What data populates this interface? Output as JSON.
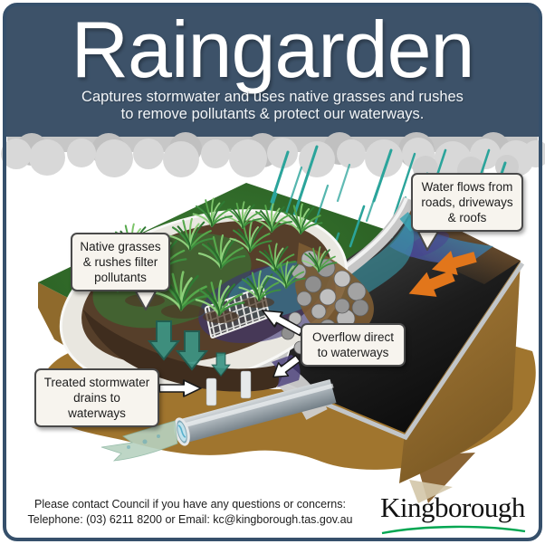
{
  "header": {
    "title": "Raingarden",
    "subtitle_line1": "Captures stormwater and uses native grasses and rushes",
    "subtitle_line2": "to remove pollutants & protect our waterways."
  },
  "callouts": {
    "water_flows": "Water flows from roads, driveways & roofs",
    "native_grasses": "Native grasses & rushes filter pollutants",
    "overflow": "Overflow direct to waterways",
    "treated": "Treated stormwater drains to waterways"
  },
  "footer": {
    "line1": "Please contact Council if you have any questions or concerns:",
    "line2": "Telephone: (03) 6211 8200 or Email: kc@kingborough.tas.gov.au",
    "logo_text": "Kingborough"
  },
  "icons": {
    "rain": "rain-streaks",
    "clouds": "cloud-band",
    "runoff_arrows": "orange-runoff-arrows",
    "filter_arrows": "teal-filter-arrows",
    "annotation_arrows": "white-annotation-arrows",
    "logo_swoosh": "green-arc"
  },
  "colors": {
    "header_bg": "#3d5269",
    "frame": "#36506b",
    "rain": "#2ba49b",
    "runoff_arrow": "#e2761b",
    "filter_arrow": "#3c9585",
    "logo_green": "#00a651",
    "road": "#141414",
    "soil": "#a0752e",
    "grass": "#2f6d2c",
    "callout_bg": "#f7f4ee",
    "callout_border": "#4a4a4a"
  }
}
